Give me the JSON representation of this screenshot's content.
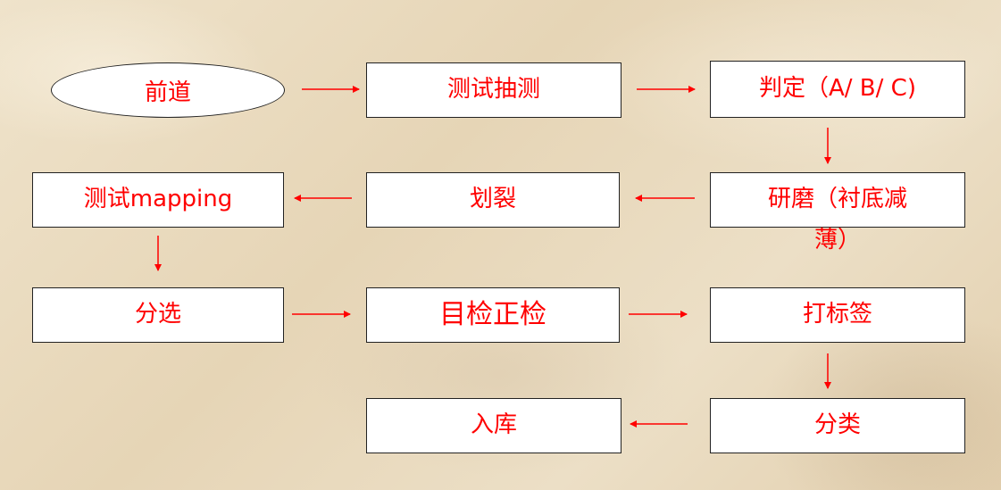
{
  "nodes": {
    "qiandao": "前道",
    "test_sampling": "测试抽测",
    "judge": "判定（A/ B/ C)",
    "grinding_line1": "研磨（衬底减",
    "grinding_line2": "薄）",
    "dicing": "划裂",
    "test_mapping": "测试mapping",
    "sorting": "分选",
    "visual_inspection": "目检正检",
    "labeling": "打标签",
    "classification": "分类",
    "warehousing": "入库"
  },
  "colors": {
    "text": "#ff0000",
    "arrow": "#ff0000",
    "box_border": "#222222",
    "box_fill": "#ffffff"
  },
  "edges": [
    {
      "from": "qiandao",
      "to": "test_sampling"
    },
    {
      "from": "test_sampling",
      "to": "judge"
    },
    {
      "from": "judge",
      "to": "grinding"
    },
    {
      "from": "grinding",
      "to": "dicing"
    },
    {
      "from": "dicing",
      "to": "test_mapping"
    },
    {
      "from": "test_mapping",
      "to": "sorting"
    },
    {
      "from": "sorting",
      "to": "visual_inspection"
    },
    {
      "from": "visual_inspection",
      "to": "labeling"
    },
    {
      "from": "labeling",
      "to": "classification"
    },
    {
      "from": "classification",
      "to": "warehousing"
    }
  ]
}
